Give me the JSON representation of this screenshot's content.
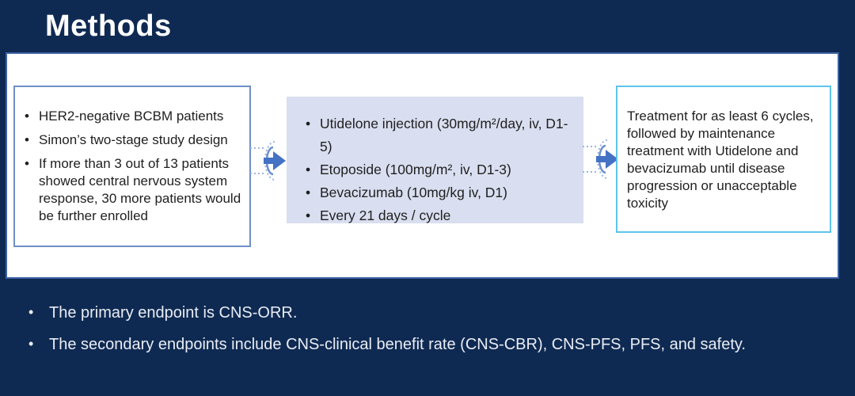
{
  "title": "Methods",
  "colors": {
    "background": "#0f2a52",
    "panel_border": "#3c61a4",
    "eligibility_box_border": "#6e8fc9",
    "treatment_box_fill": "#d9dff0",
    "maintenance_box_border": "#5ec4ec",
    "arrow_blue": "#4472c4",
    "title_text": "#ffffff",
    "body_text": "#1f1f1f",
    "endpoint_text": "#e9edf4"
  },
  "flow": {
    "eligibility_box": {
      "bullets": [
        "HER2-negative BCBM patients",
        "Simon’s two-stage study design",
        "If more than 3 out of 13 patients showed central nervous system response, 30 more patients would be further enrolled"
      ]
    },
    "treatment_box": {
      "bullets": [
        "Utidelone injection (30mg/m²/day, iv, D1-5)",
        "Etoposide (100mg/m², iv, D1-3)",
        "Bevacizumab (10mg/kg iv, D1)",
        "Every 21 days / cycle"
      ]
    },
    "maintenance_box": {
      "text": "Treatment for as least 6 cycles, followed by maintenance treatment with Utidelone and bevacizumab until disease progression or unacceptable toxicity"
    },
    "arrow_icon": "curved-swoosh-right-arrow"
  },
  "endpoints": {
    "bullets": [
      "The primary endpoint is CNS-ORR.",
      "The secondary endpoints include CNS-clinical benefit rate (CNS-CBR), CNS-PFS, PFS, and safety."
    ]
  }
}
